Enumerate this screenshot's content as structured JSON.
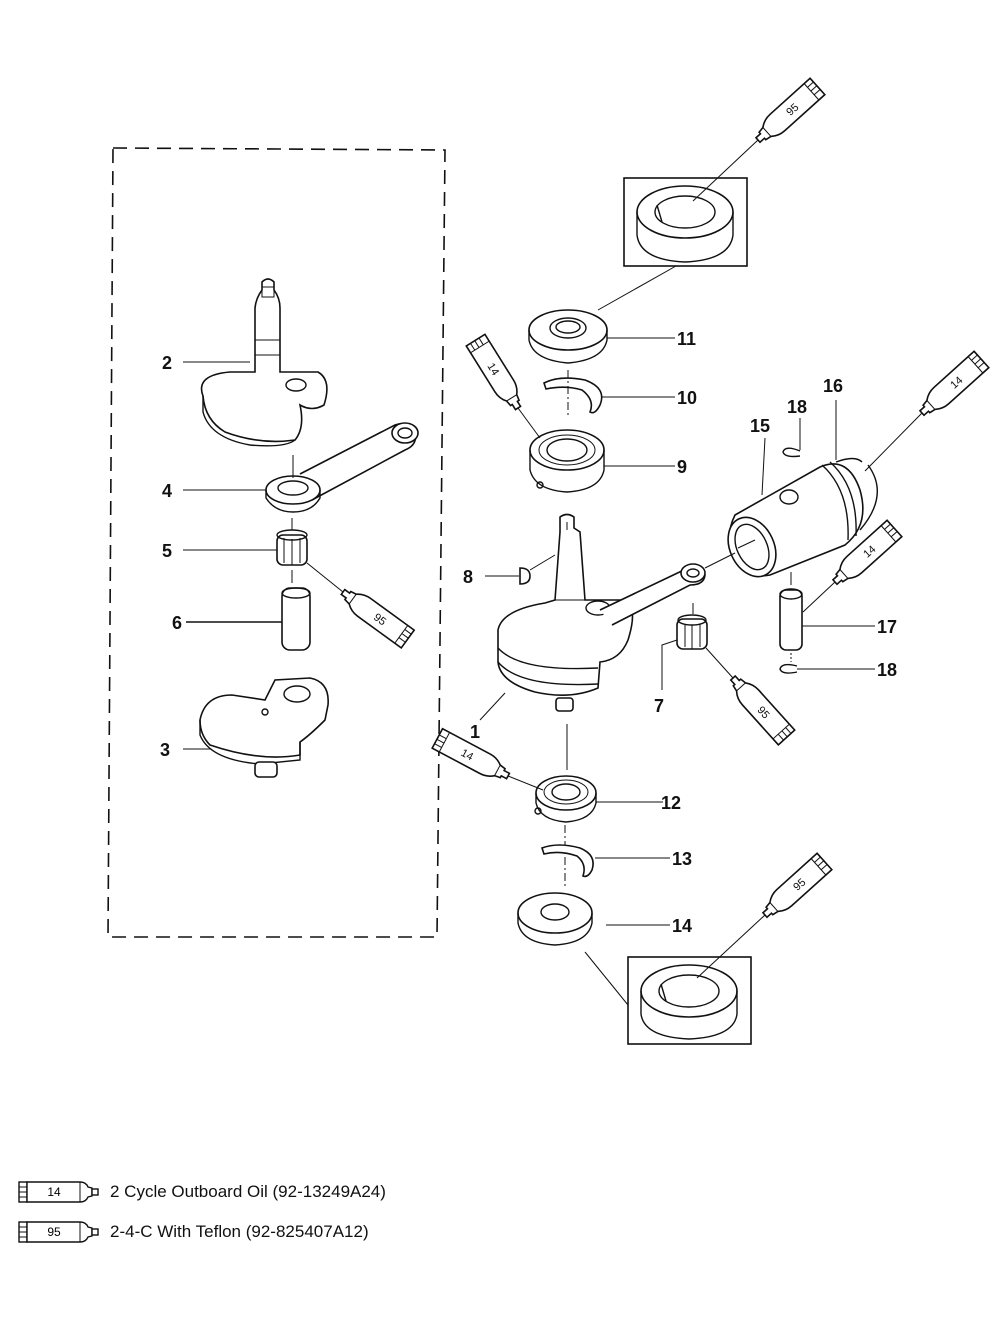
{
  "diagram": {
    "title": "Crankshaft, Piston and Connecting Rod exploded view",
    "callouts": [
      {
        "id": "1",
        "label": "1"
      },
      {
        "id": "2",
        "label": "2"
      },
      {
        "id": "3",
        "label": "3"
      },
      {
        "id": "4",
        "label": "4"
      },
      {
        "id": "5",
        "label": "5"
      },
      {
        "id": "6",
        "label": "6"
      },
      {
        "id": "7",
        "label": "7"
      },
      {
        "id": "8",
        "label": "8"
      },
      {
        "id": "9",
        "label": "9"
      },
      {
        "id": "10",
        "label": "10"
      },
      {
        "id": "11",
        "label": "11"
      },
      {
        "id": "12",
        "label": "12"
      },
      {
        "id": "13",
        "label": "13"
      },
      {
        "id": "14",
        "label": "14"
      },
      {
        "id": "15",
        "label": "15"
      },
      {
        "id": "16",
        "label": "16"
      },
      {
        "id": "17",
        "label": "17"
      },
      {
        "id": "18a",
        "label": "18"
      },
      {
        "id": "18b",
        "label": "18"
      }
    ],
    "tubes": {
      "oil": "14",
      "grease": "95"
    }
  },
  "legend": [
    {
      "code": "14",
      "text": "2 Cycle Outboard Oil (92-13249A24)"
    },
    {
      "code": "95",
      "text": "2-4-C  With Teflon (92-825407A12)"
    }
  ]
}
